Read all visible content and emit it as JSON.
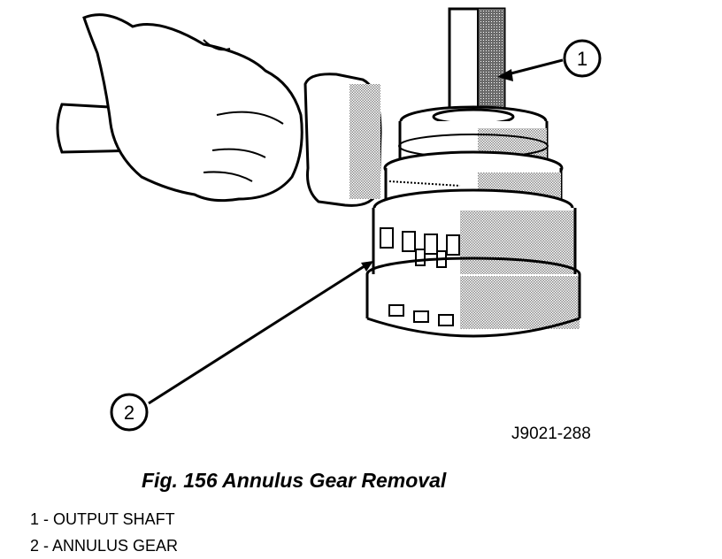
{
  "figure": {
    "callouts": [
      {
        "number": "1"
      },
      {
        "number": "2"
      }
    ],
    "reference_code": "J9021-288",
    "caption": "Fig. 156 Annulus Gear Removal",
    "legend": [
      "1 - OUTPUT SHAFT",
      "2 - ANNULUS GEAR"
    ]
  }
}
